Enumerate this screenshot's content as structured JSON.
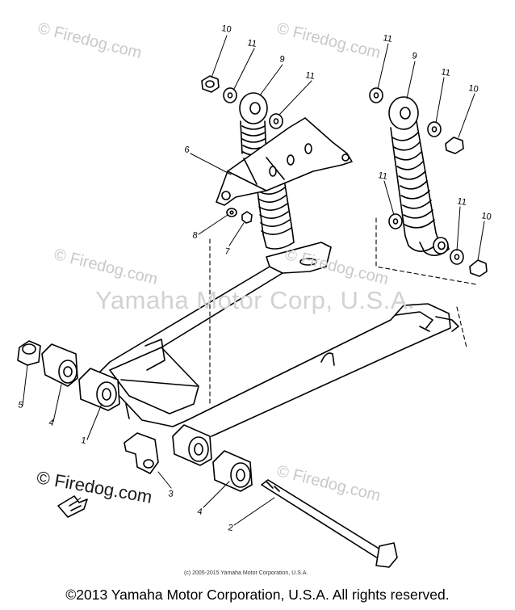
{
  "watermarks": {
    "site": "© Firedog.com",
    "center": "Yamaha Motor Corp, U.S.A."
  },
  "callouts": [
    "10",
    "11",
    "9",
    "11",
    "11",
    "9",
    "11",
    "10",
    "6",
    "8",
    "7",
    "11",
    "11",
    "10",
    "5",
    "4",
    "1",
    "3",
    "4",
    "2"
  ],
  "small_copyright": "(c) 2005-2015 Yamaha Motor Corporation, U.S.A.",
  "footer_copyright": "©2013 Yamaha Motor Corporation, U.S.A. All rights reserved."
}
